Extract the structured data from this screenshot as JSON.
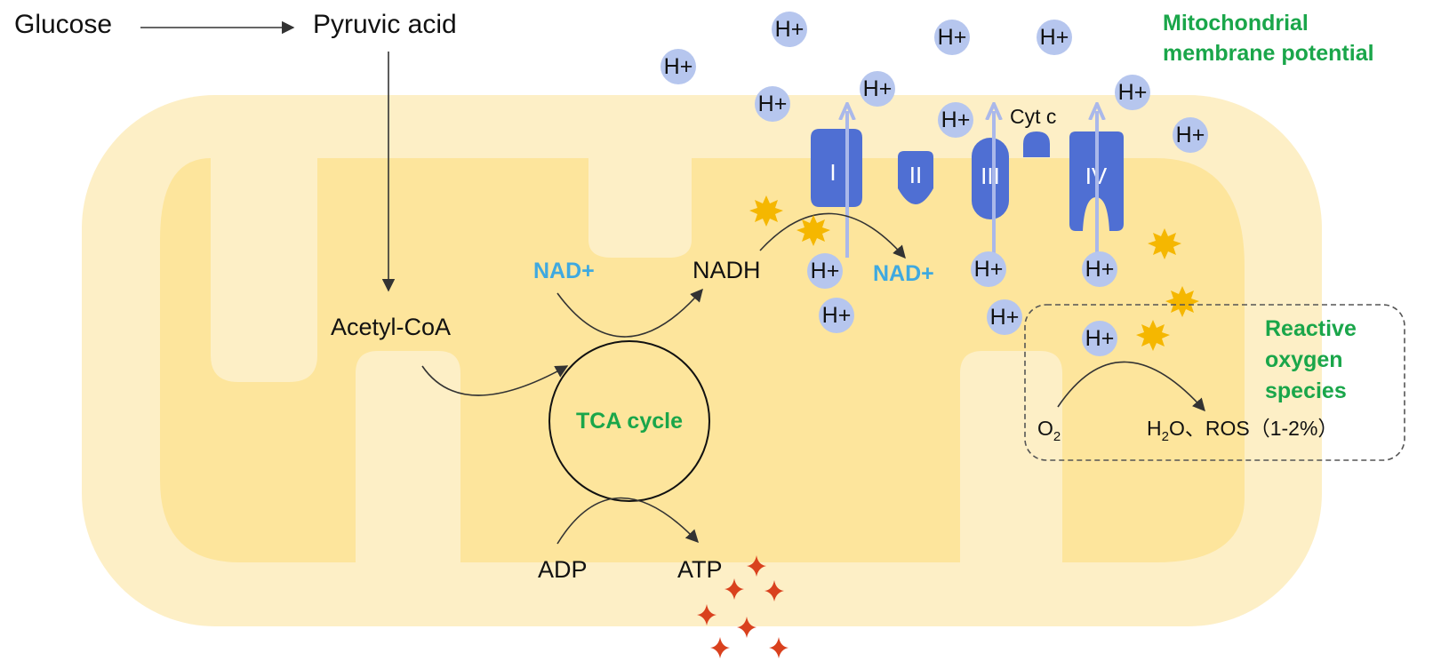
{
  "pathway": {
    "glucose": "Glucose",
    "pyruvic_acid": "Pyruvic acid",
    "acetyl_coa": "Acetyl-CoA",
    "tca_cycle": "TCA cycle",
    "nad_plus": "NAD+",
    "nadh": "NADH",
    "adp": "ADP",
    "atp": "ATP"
  },
  "etc": {
    "complexes": [
      "I",
      "II",
      "III",
      "IV"
    ],
    "cyt_c": "Cyt c",
    "nad_plus": "NAD+",
    "proton": "H+"
  },
  "ros": {
    "label": "Reactive oxygen species",
    "o2": "O",
    "o2_sub": "2",
    "h2o_h": "H",
    "h2o_sub": "2",
    "products": "O、ROS（1-2%）"
  },
  "membrane_potential": "Mitochondrial membrane potential",
  "colors": {
    "outer_membrane": "#fdefc6",
    "matrix": "#fde59c",
    "complex_fill": "#4f6fd3",
    "proton_fill": "#b6c6ee",
    "nad_text": "#3fa9e0",
    "label_green": "#1aa64a",
    "star_yellow": "#f5b700",
    "sparkle_red": "#d9411e"
  },
  "icons": {
    "ros_marker": "yellow-star-icon",
    "energy_marker": "red-sparkle-icon",
    "proton": "proton-circle-icon"
  }
}
